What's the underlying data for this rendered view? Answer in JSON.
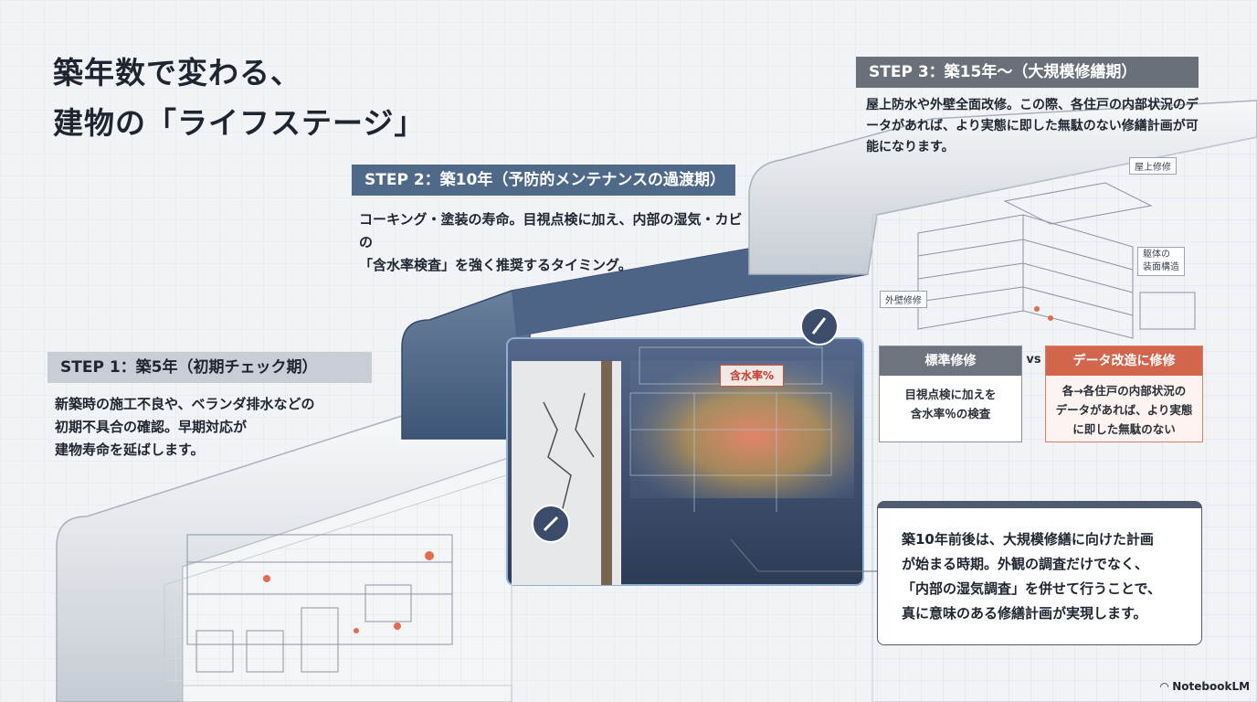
{
  "title": {
    "line1": "築年数で変わる、",
    "line2": "建物の「ライフステージ」"
  },
  "steps": [
    {
      "label": "STEP 1：築5年（初期チェック期）",
      "desc": [
        "新築時の施工不良や、ベランダ排水などの",
        "初期不具合の確認。早期対応が",
        "建物寿命を延ばします。"
      ]
    },
    {
      "label": "STEP 2：築10年（予防的メンテナンスの過渡期）",
      "desc": [
        "コーキング・塗装の寿命。目視点検に加え、内部の湿気・カビの",
        "「含水率検査」を強く推奨するタイミング。"
      ]
    },
    {
      "label": "STEP 3：築15年〜（大規模修繕期）",
      "desc": [
        "屋上防水や外壁全面改修。この際、各住戸の内部状況のデ",
        "ータがあれば、より実態に即した無駄のない修繕計画が可",
        "能になります。"
      ]
    }
  ],
  "building_tags": {
    "roof": "屋上修修",
    "structure": "躯体の\n装面構造",
    "wall": "外壁修修"
  },
  "moisture_label": "含水率%",
  "comparison": {
    "vs": "vs",
    "left": {
      "head": "標準修修",
      "body": [
        "目視点検に加えを",
        "含水率％の検査"
      ]
    },
    "right": {
      "head": "データ改造に修修",
      "body": [
        "各→各住戸の内部状況の",
        "データがあれば、より実態",
        "に即した無駄のない"
      ]
    }
  },
  "callout": [
    "築10年前後は、大規模修繕に向けた計画",
    "が始まる時期。外観の調査だけでなく、",
    "「内部の湿気調査」を併せて行うことで、",
    "真に意味のある修繕計画が実現します。"
  ],
  "logo": "NotebookLM",
  "colors": {
    "step2": "#4f6989",
    "step3": "#6a7079",
    "accent": "#d1664d"
  }
}
